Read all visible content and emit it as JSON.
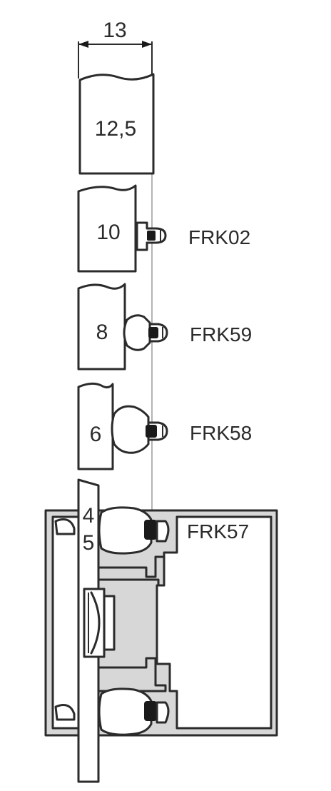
{
  "dimension": {
    "width_label": "13"
  },
  "panels": [
    {
      "id": "p125",
      "thickness_label": "12,5"
    },
    {
      "id": "p10",
      "thickness_label": "10"
    },
    {
      "id": "p8",
      "thickness_label": "8"
    },
    {
      "id": "p6",
      "thickness_label": "6"
    },
    {
      "id": "p45",
      "thickness_label_top": "4",
      "thickness_label_bottom": "5"
    }
  ],
  "profiles": [
    {
      "code": "FRK02"
    },
    {
      "code": "FRK59"
    },
    {
      "code": "FRK58"
    },
    {
      "code": "FRK57"
    }
  ],
  "colors": {
    "line": "#2b2b2b",
    "fill_grey": "#d7d7d7",
    "fill_dark": "#1a1a1a",
    "background": "#ffffff"
  }
}
